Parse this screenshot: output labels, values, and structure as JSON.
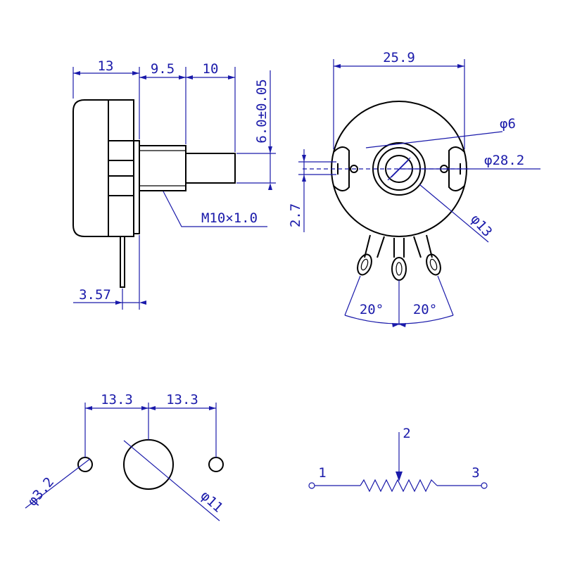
{
  "colors": {
    "outline": "#000000",
    "dimension": "#1a1aaa",
    "background": "#ffffff"
  },
  "side_view": {
    "dim_body_width": "13",
    "dim_bushing": "9.5",
    "dim_shaft": "10",
    "dim_shaft_dia": "6.0±0.05",
    "dim_thread": "M10×1.0",
    "dim_pin_offset": "3.57"
  },
  "front_view": {
    "dim_overall_width": "25.9",
    "dim_shaft_dia": "φ6",
    "dim_mount_circle": "φ28.2",
    "dim_flat_height": "2.7",
    "dim_bushing_dia": "φ13",
    "angle_left": "20°",
    "angle_right": "20°"
  },
  "panel_cutout": {
    "dim_left_spacing": "13.3",
    "dim_right_spacing": "13.3",
    "dim_pin_hole_dia": "φ3.2",
    "dim_center_hole_dia": "φ11"
  },
  "schematic": {
    "pin_1": "1",
    "pin_2": "2",
    "pin_3": "3"
  }
}
